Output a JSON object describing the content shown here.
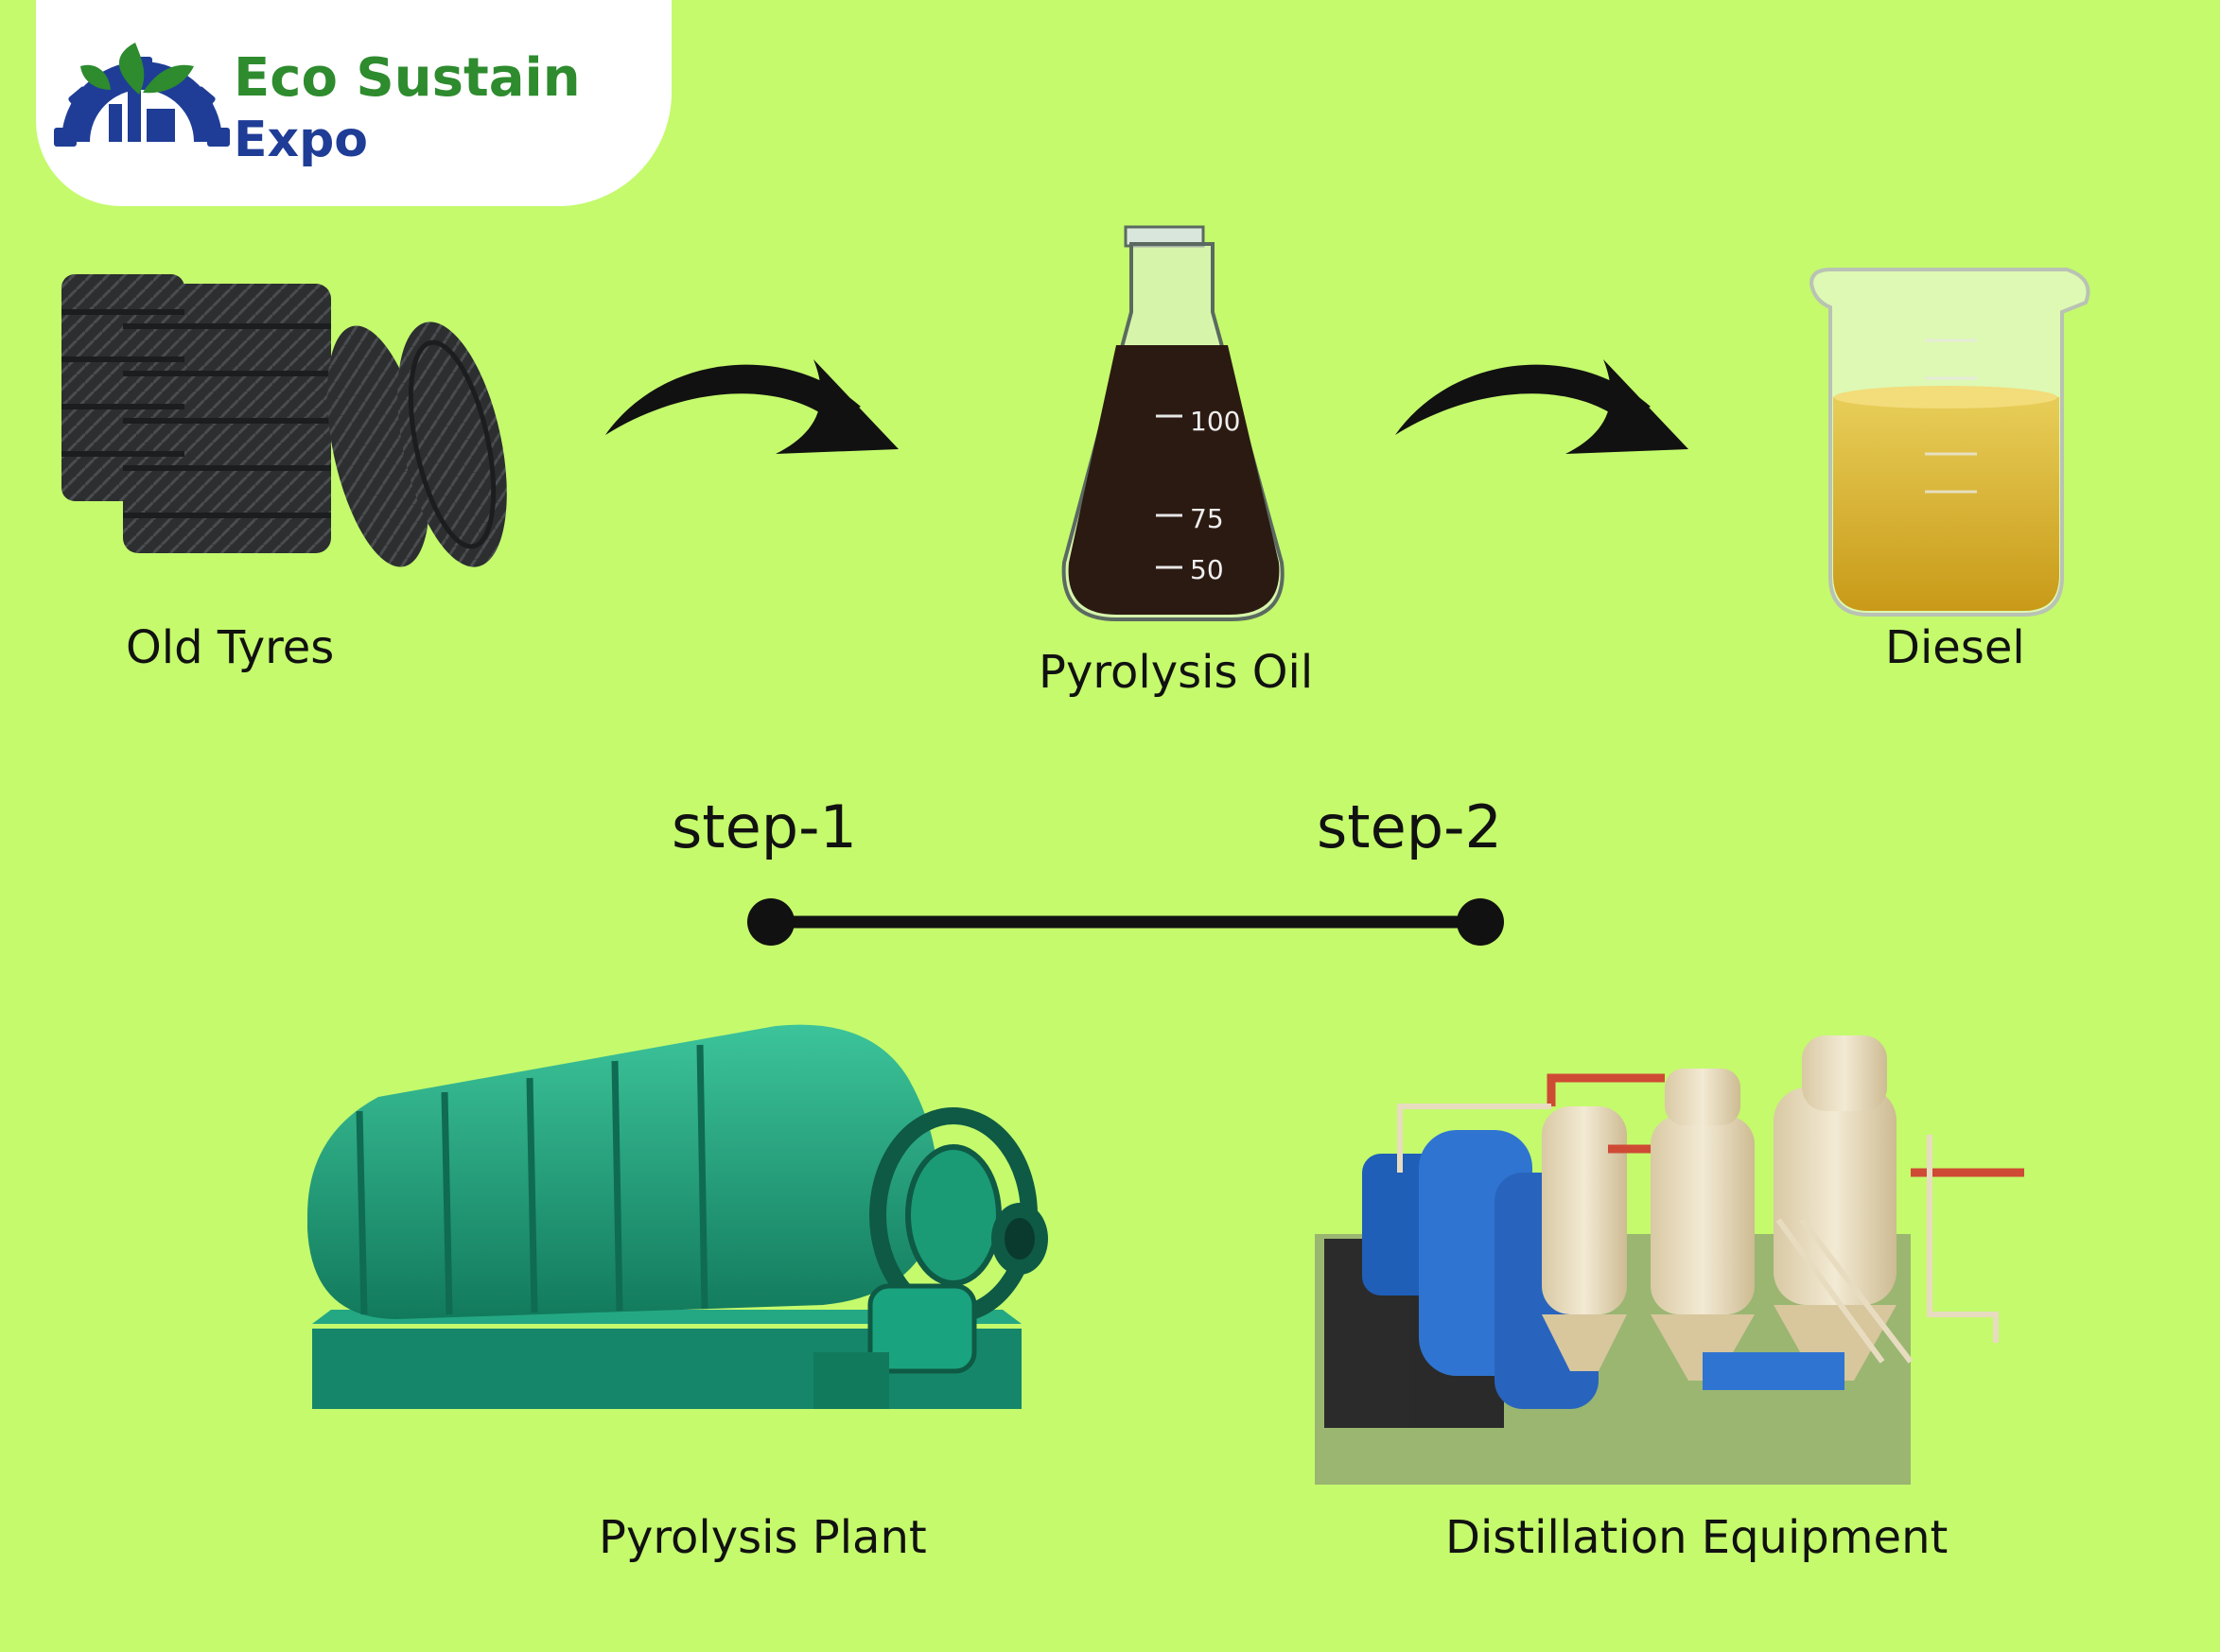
{
  "logo": {
    "line1": "Eco Sustain",
    "line2": "Expo"
  },
  "products": [
    {
      "label": "Old Tyres"
    },
    {
      "label": "Pyrolysis Oil"
    },
    {
      "label": "Diesel"
    }
  ],
  "steps": [
    {
      "label": "step-1"
    },
    {
      "label": "step-2"
    }
  ],
  "equipment": [
    {
      "label": "Pyrolysis Plant"
    },
    {
      "label": "Distillation Equipment"
    }
  ],
  "flask_markings": [
    "100",
    "75",
    "50"
  ],
  "colors": {
    "background": "#c4fa6c",
    "logo_green": "#2e8b2e",
    "logo_blue": "#1f3d96",
    "plant_green": "#1aa37f",
    "oil": "#2b1a12",
    "diesel": "#d9b52a"
  }
}
